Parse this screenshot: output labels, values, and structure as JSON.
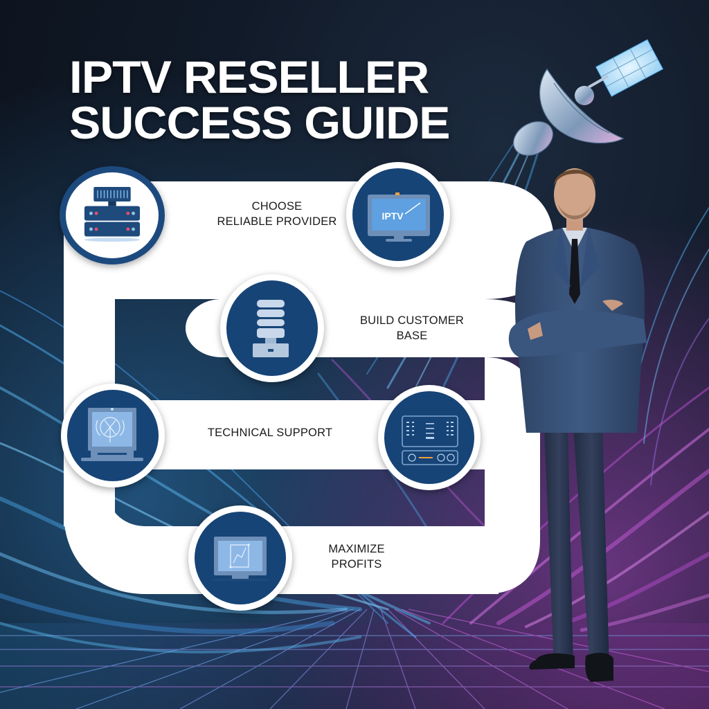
{
  "header": {
    "title_line1": "IPTV RESELLER",
    "title_line2": "SUCCESS GUIDE"
  },
  "steps": [
    {
      "label_line1": "CHOOSE",
      "label_line2": "RELIABLE PROVIDER",
      "icon": "server-stack-icon"
    },
    {
      "label_line1": "BUILD CUSTOMER",
      "label_line2": "BASE",
      "icon": "database-icon"
    },
    {
      "label_line1": "TECHNICAL SUPPORT",
      "label_line2": "",
      "icon": "support-monitor-icon"
    },
    {
      "label_line1": "MAXIMIZE",
      "label_line2": "PROFITS",
      "icon": "chart-monitor-icon"
    }
  ],
  "nodes": [
    {
      "icon": "server-stack-icon"
    },
    {
      "icon": "iptv-tv-icon",
      "screen_text": "IPTV"
    },
    {
      "icon": "database-icon"
    },
    {
      "icon": "support-monitor-icon"
    },
    {
      "icon": "control-panel-icon"
    },
    {
      "icon": "chart-monitor-icon"
    }
  ],
  "decor": {
    "satellite": "satellite-icon",
    "person": "businessman-figure",
    "floor": "neon-grid-floor"
  },
  "colors": {
    "background": "#0d1420",
    "node_blue": "#174476",
    "path_white": "#ffffff",
    "neon_blue": "#4aa8e8",
    "neon_pink": "#c45ad6",
    "title": "#ffffff"
  }
}
